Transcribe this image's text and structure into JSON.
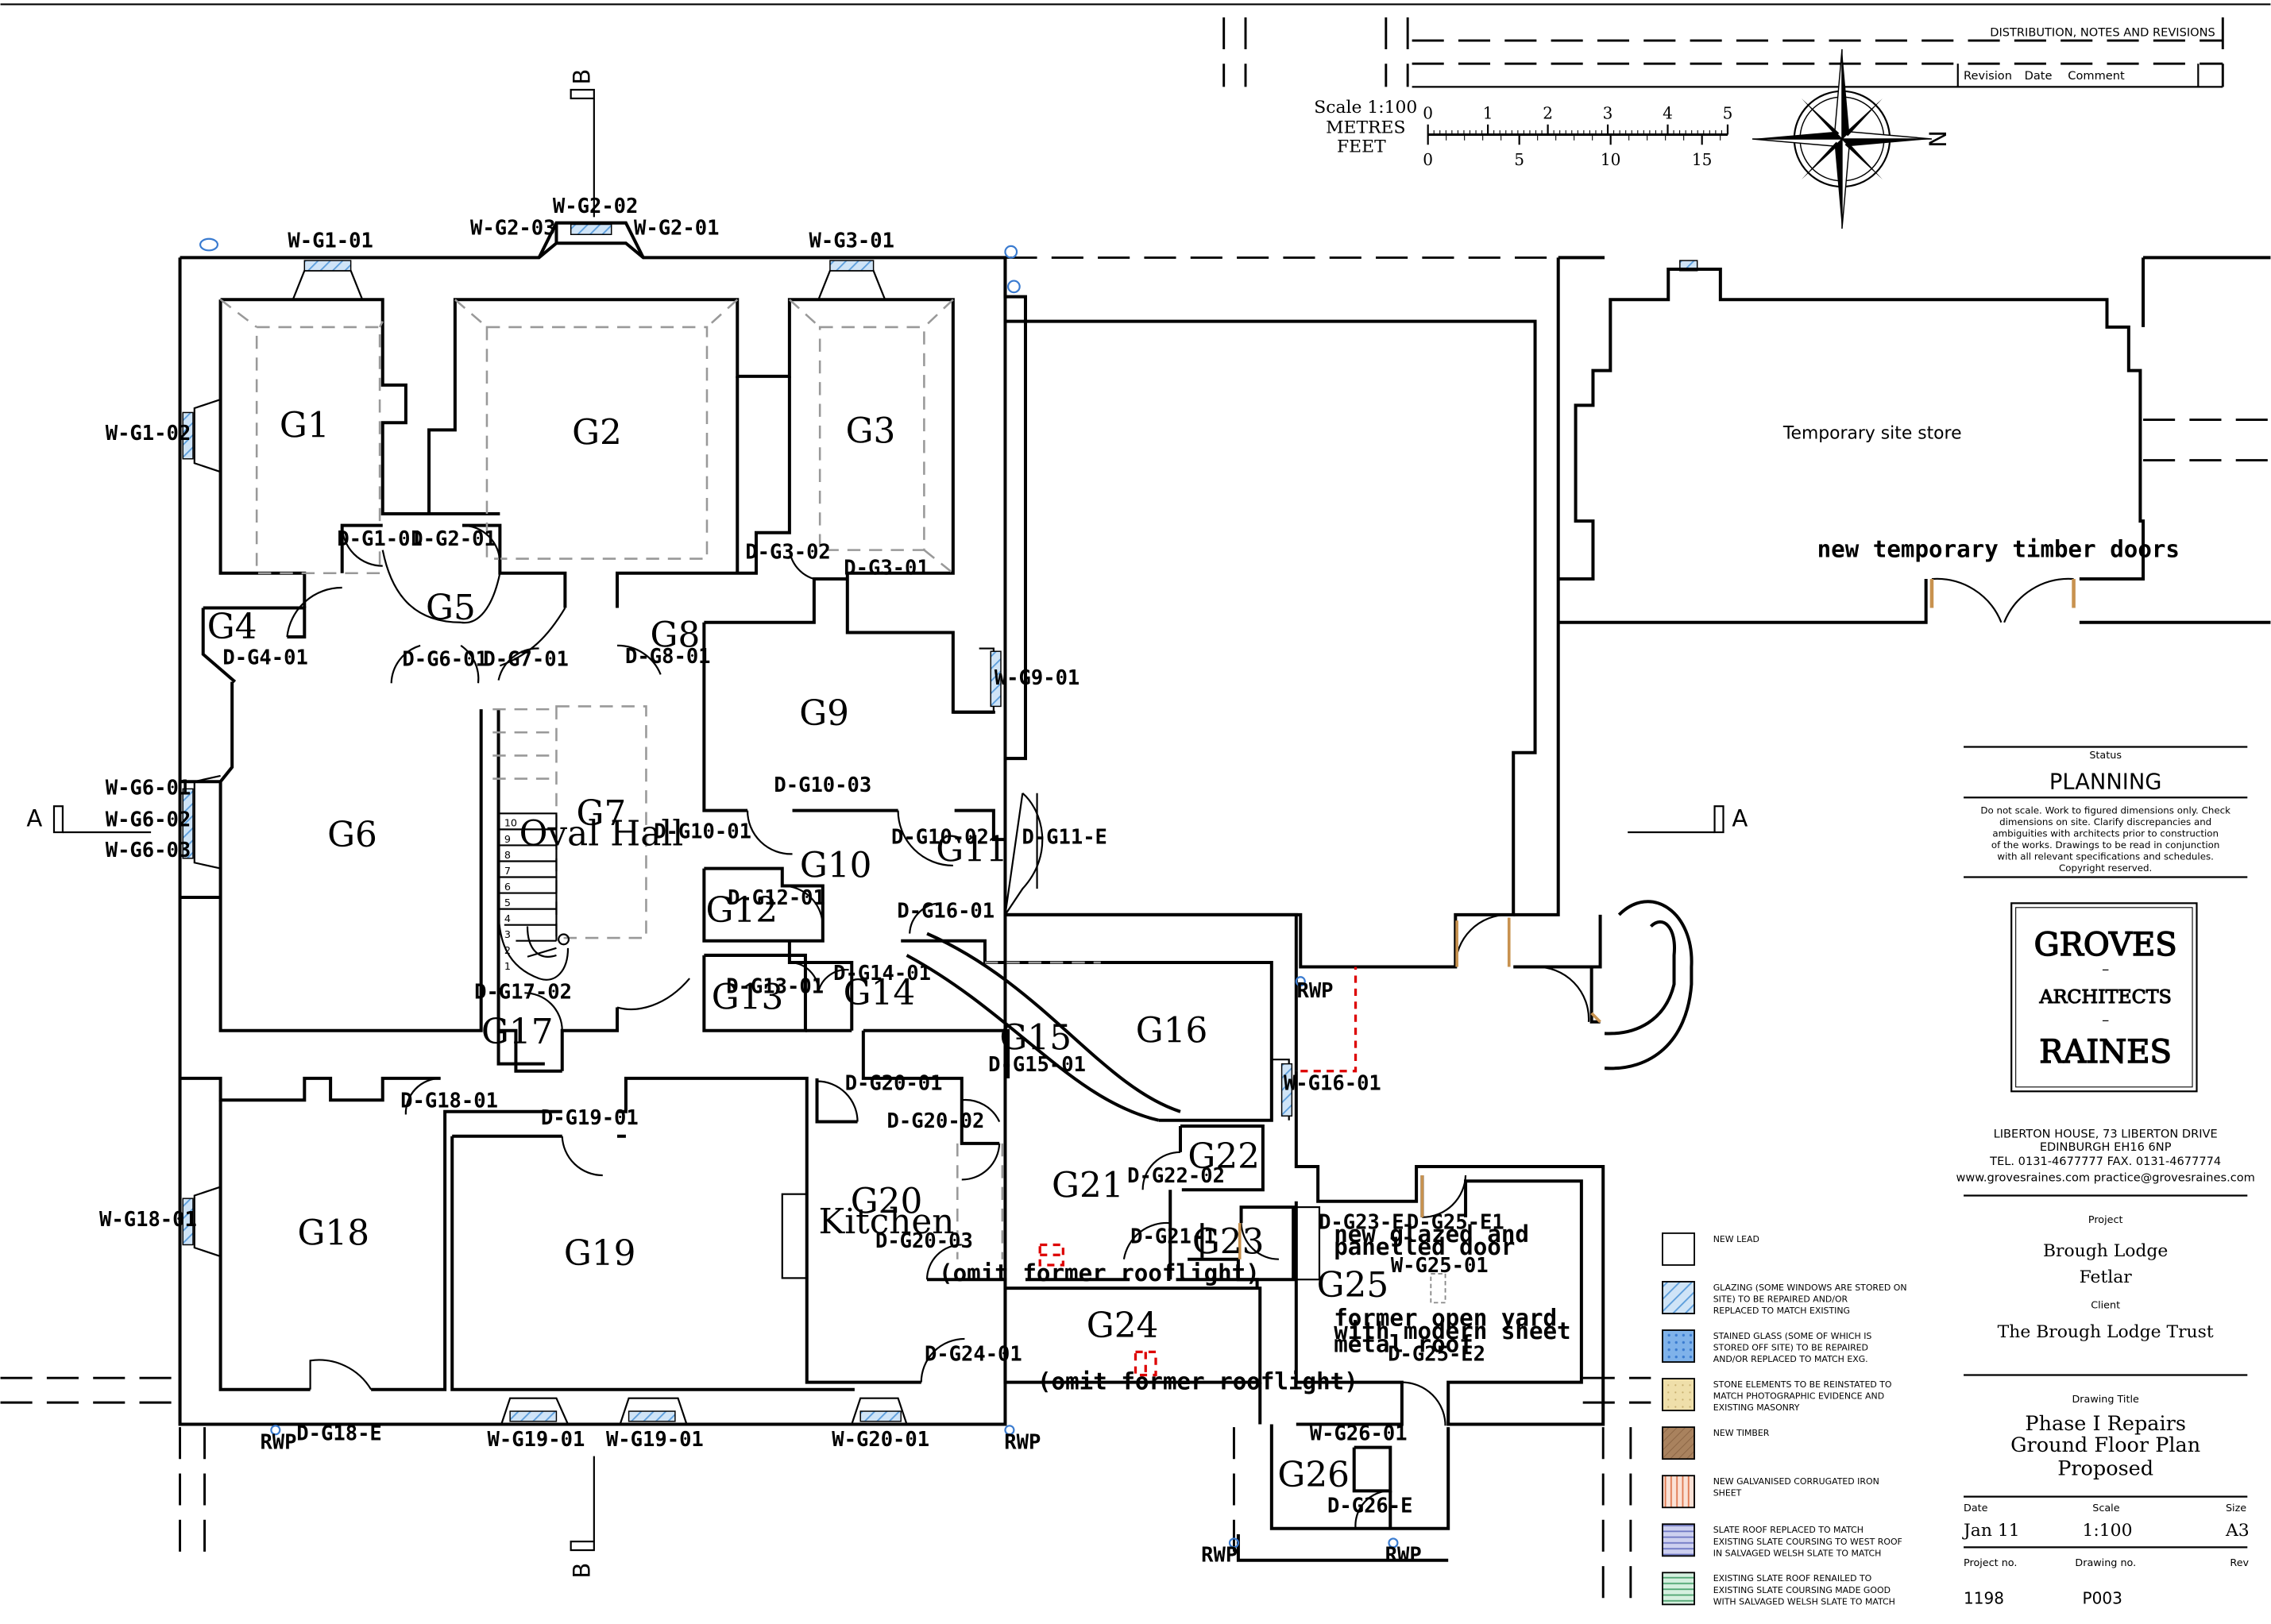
{
  "distribution_title": "DISTRIBUTION, NOTES AND REVISIONS",
  "revision_header": {
    "revision": "Revision",
    "date": "Date",
    "comment": "Comment"
  },
  "scale_block": {
    "scale": "Scale 1:100",
    "metres": "METRES",
    "feet": "FEET",
    "metre_ticks": [
      "0",
      "1",
      "2",
      "3",
      "4",
      "5"
    ],
    "feet_ticks": [
      "0",
      "5",
      "10",
      "15"
    ]
  },
  "north_label": "N",
  "section_markers": {
    "a_left": "A",
    "a_right": "A",
    "b_top": "B",
    "b_bottom": "B"
  },
  "rooms": [
    {
      "id": "g1",
      "label": "G1"
    },
    {
      "id": "g2",
      "label": "G2"
    },
    {
      "id": "g3",
      "label": "G3"
    },
    {
      "id": "g4",
      "label": "G4"
    },
    {
      "id": "g5",
      "label": "G5"
    },
    {
      "id": "g6",
      "label": "G6"
    },
    {
      "id": "g7",
      "label": "G7"
    },
    {
      "id": "g7b",
      "label": "Oval Hall"
    },
    {
      "id": "g8",
      "label": "G8"
    },
    {
      "id": "g9",
      "label": "G9"
    },
    {
      "id": "g10",
      "label": "G10"
    },
    {
      "id": "g11",
      "label": "G11"
    },
    {
      "id": "g12",
      "label": "G12"
    },
    {
      "id": "g13",
      "label": "G13"
    },
    {
      "id": "g14",
      "label": "G14"
    },
    {
      "id": "g15",
      "label": "G15"
    },
    {
      "id": "g16",
      "label": "G16"
    },
    {
      "id": "g17",
      "label": "G17"
    },
    {
      "id": "g18",
      "label": "G18"
    },
    {
      "id": "g19",
      "label": "G19"
    },
    {
      "id": "g20",
      "label": "G20"
    },
    {
      "id": "g20b",
      "label": "Kitchen"
    },
    {
      "id": "g21",
      "label": "G21"
    },
    {
      "id": "g22",
      "label": "G22"
    },
    {
      "id": "g23",
      "label": "G23"
    },
    {
      "id": "g24",
      "label": "G24"
    },
    {
      "id": "g25",
      "label": "G25"
    },
    {
      "id": "g26",
      "label": "G26"
    },
    {
      "id": "store",
      "label": "Temporary site store"
    }
  ],
  "tags": [
    "W-G1-01",
    "W-G2-02",
    "W-G2-03",
    "W-G2-01",
    "W-G3-01",
    "W-G1-02",
    "D-G1-01",
    "D-G2-01",
    "D-G3-02",
    "D-G3-01",
    "D-G4-01",
    "D-G6-01",
    "D-G7-01",
    "D-G8-01",
    "W-G9-01",
    "W-G6-01",
    "W-G6-02",
    "W-G6-03",
    "D-G10-03",
    "D-G10-01",
    "D-G10-02",
    "D-G11-E",
    "D-G12-01",
    "D-G16-01",
    "D-G13-01",
    "D-G14-01",
    "D-G17-02",
    "D-G15-01",
    "W-G16-01",
    "D-G18-01",
    "D-G19-01",
    "D-G20-01",
    "D-G20-02",
    "D-G22-02",
    "W-G18-01",
    "D-G21-1",
    "D-G20-03",
    "D-G23-E",
    "D-G25-E1",
    "W-G25-01",
    "D-G24-01",
    "D-G25-E2",
    "D-G18-E",
    "W-G19-01",
    "W-G19-01",
    "W-G20-01",
    "W-G26-01",
    "D-G26-E",
    "RWP"
  ],
  "stair_numbers": [
    "10",
    "9",
    "8",
    "7",
    "6",
    "5",
    "4",
    "3",
    "2",
    "1"
  ],
  "notes": {
    "timber_doors": "new temporary timber doors",
    "glazed_door_1": "new glazed and",
    "glazed_door_2": "panelled door",
    "yard_1": "former open yard",
    "yard_2": "with modern sheet",
    "yard_3": "metal roof",
    "rooflight_1": "(omit former rooflight)",
    "rooflight_2": "(omit former rooflight)"
  },
  "legend": [
    {
      "id": "lead",
      "text1": "NEW LEAD",
      "text2": "",
      "text3": "",
      "color": "#ffffff"
    },
    {
      "id": "glazing",
      "text1": "GLAZING (SOME WINDOWS ARE STORED ON",
      "text2": "SITE) TO BE REPAIRED AND/OR",
      "text3": "REPLACED TO MATCH EXISTING",
      "color": "#9ec9f0"
    },
    {
      "id": "stained",
      "text1": "STAINED GLASS (SOME OF WHICH IS",
      "text2": "STORED OFF SITE) TO BE REPAIRED",
      "text3": "AND/OR REPLACED TO MATCH EXG.",
      "color": "#6fa8e8"
    },
    {
      "id": "stone",
      "text1": "STONE ELEMENTS TO BE REINSTATED TO",
      "text2": "MATCH PHOTOGRAPHIC EVIDENCE AND",
      "text3": "EXISTING MASONRY",
      "color": "#ead9a0"
    },
    {
      "id": "timber",
      "text1": "NEW TIMBER",
      "text2": "",
      "text3": "",
      "color": "#a98160"
    },
    {
      "id": "iron",
      "text1": "NEW GALVANISED CORRUGATED IRON",
      "text2": "SHEET",
      "text3": "",
      "color": "#f1b89a"
    },
    {
      "id": "slate1",
      "text1": "SLATE ROOF REPLACED TO MATCH",
      "text2": "EXISTING SLATE COURSING TO WEST ROOF",
      "text3": "IN SALVAGED WELSH SLATE TO MATCH",
      "color": "#b9bde6"
    },
    {
      "id": "slate2",
      "text1": "EXISTING SLATE ROOF RENAILED TO",
      "text2": "EXISTING SLATE COURSING MADE GOOD",
      "text3": "WITH SALVAGED WELSH SLATE TO MATCH",
      "color": "#b7e3c7"
    }
  ],
  "titleblock": {
    "status_label": "Status",
    "status": "PLANNING",
    "disclaimer": [
      "Do not scale. Work to figured dimensions only. Check",
      "dimensions on site. Clarify discrepancies and",
      "ambiguities with architects prior to construction",
      "of the works. Drawings to be read in conjunction",
      "with all relevant specifications and schedules.",
      "Copyright reserved."
    ],
    "logo_top": "GROVES",
    "logo_mid": "ARCHITECTS",
    "logo_bottom": "RAINES",
    "logo_dash": "–",
    "address": [
      "LIBERTON HOUSE, 73 LIBERTON DRIVE",
      "EDINBURGH EH16 6NP",
      "TEL. 0131-4677777   FAX. 0131-4677774",
      "www.grovesraines.com     practice@grovesraines.com"
    ],
    "project_label": "Project",
    "project": [
      "Brough Lodge",
      "Fetlar"
    ],
    "client_label": "Client",
    "client": "The Brough Lodge Trust",
    "drawing_title_label": "Drawing Title",
    "drawing_title": [
      "Phase I Repairs",
      "Ground Floor Plan",
      "Proposed"
    ],
    "date_label": "Date",
    "date": "Jan 11",
    "scale_label": "Scale",
    "scale": "1:100",
    "size_label": "Size",
    "size": "A3",
    "project_no_label": "Project no.",
    "project_no": "1198",
    "drawing_no_label": "Drawing no.",
    "drawing_no": "P003",
    "rev_label": "Rev"
  }
}
